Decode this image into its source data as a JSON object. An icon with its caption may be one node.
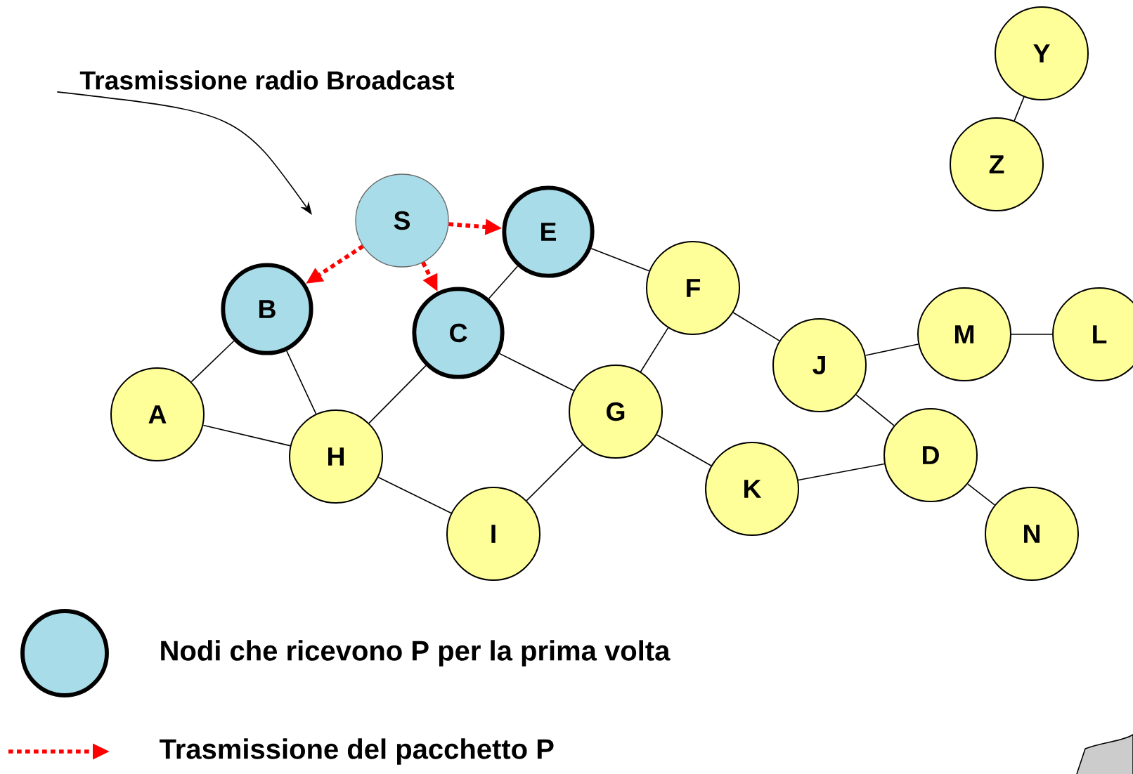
{
  "diagram": {
    "nodes": [
      {
        "text": [
          "Trasmissione radio Broadcast"
        ]
      },
      {
        "text": [
          "Y"
        ]
      },
      {
        "text": [
          "Z"
        ]
      },
      {
        "text": [
          "S"
        ]
      },
      {
        "text": [
          "E"
        ]
      },
      {
        "text": [
          "B"
        ]
      },
      {
        "text": [
          "F"
        ]
      },
      {
        "text": [
          "C"
        ]
      },
      {
        "text": [
          "M"
        ]
      },
      {
        "text": [
          "L"
        ]
      },
      {
        "text": [
          "J"
        ]
      },
      {
        "text": [
          "A"
        ]
      },
      {
        "text": [
          "G"
        ]
      },
      {
        "text": [
          "H"
        ]
      },
      {
        "text": [
          "D"
        ]
      },
      {
        "text": [
          "K"
        ]
      },
      {
        "text": [
          "I"
        ]
      },
      {
        "text": [
          "N"
        ]
      }
    ],
    "edges": [
      {
        "from": 0,
        "to": null,
        "arrow": "to"
      },
      {
        "from": 3,
        "to": 5,
        "arrow": "to",
        "style": "dashed",
        "color": "#ff0000"
      },
      {
        "from": 3,
        "to": 7,
        "arrow": "to",
        "style": "dashed",
        "color": "#ff0000"
      },
      {
        "from": 3,
        "to": 4,
        "arrow": "to",
        "style": "dashed",
        "color": "#ff0000"
      },
      {
        "from": 1,
        "to": 2,
        "arrow": "none"
      },
      {
        "from": 4,
        "to": 6,
        "arrow": "none"
      },
      {
        "from": 4,
        "to": 7,
        "arrow": "none"
      },
      {
        "from": 6,
        "to": 12,
        "arrow": "none"
      },
      {
        "from": 6,
        "to": 10,
        "arrow": "none"
      },
      {
        "from": 5,
        "to": 11,
        "arrow": "none"
      },
      {
        "from": 5,
        "to": 13,
        "arrow": "none"
      },
      {
        "from": 7,
        "to": 13,
        "arrow": "none"
      },
      {
        "from": 7,
        "to": 12,
        "arrow": "none"
      },
      {
        "from": 11,
        "to": 13,
        "arrow": "none"
      },
      {
        "from": 13,
        "to": 16,
        "arrow": "none"
      },
      {
        "from": 16,
        "to": 12,
        "arrow": "none"
      },
      {
        "from": 12,
        "to": 15,
        "arrow": "none"
      },
      {
        "from": 15,
        "to": 14,
        "arrow": "none"
      },
      {
        "from": 10,
        "to": 14,
        "arrow": "none"
      },
      {
        "from": 10,
        "to": 8,
        "arrow": "none"
      },
      {
        "from": 8,
        "to": 9,
        "arrow": "none"
      },
      {
        "from": 14,
        "to": 17,
        "arrow": "none"
      }
    ],
    "legend": [
      {
        "text": "Nodi che ricevono P per la prima volta"
      },
      {
        "text": "Trasmissione del pacchetto P"
      }
    ]
  }
}
